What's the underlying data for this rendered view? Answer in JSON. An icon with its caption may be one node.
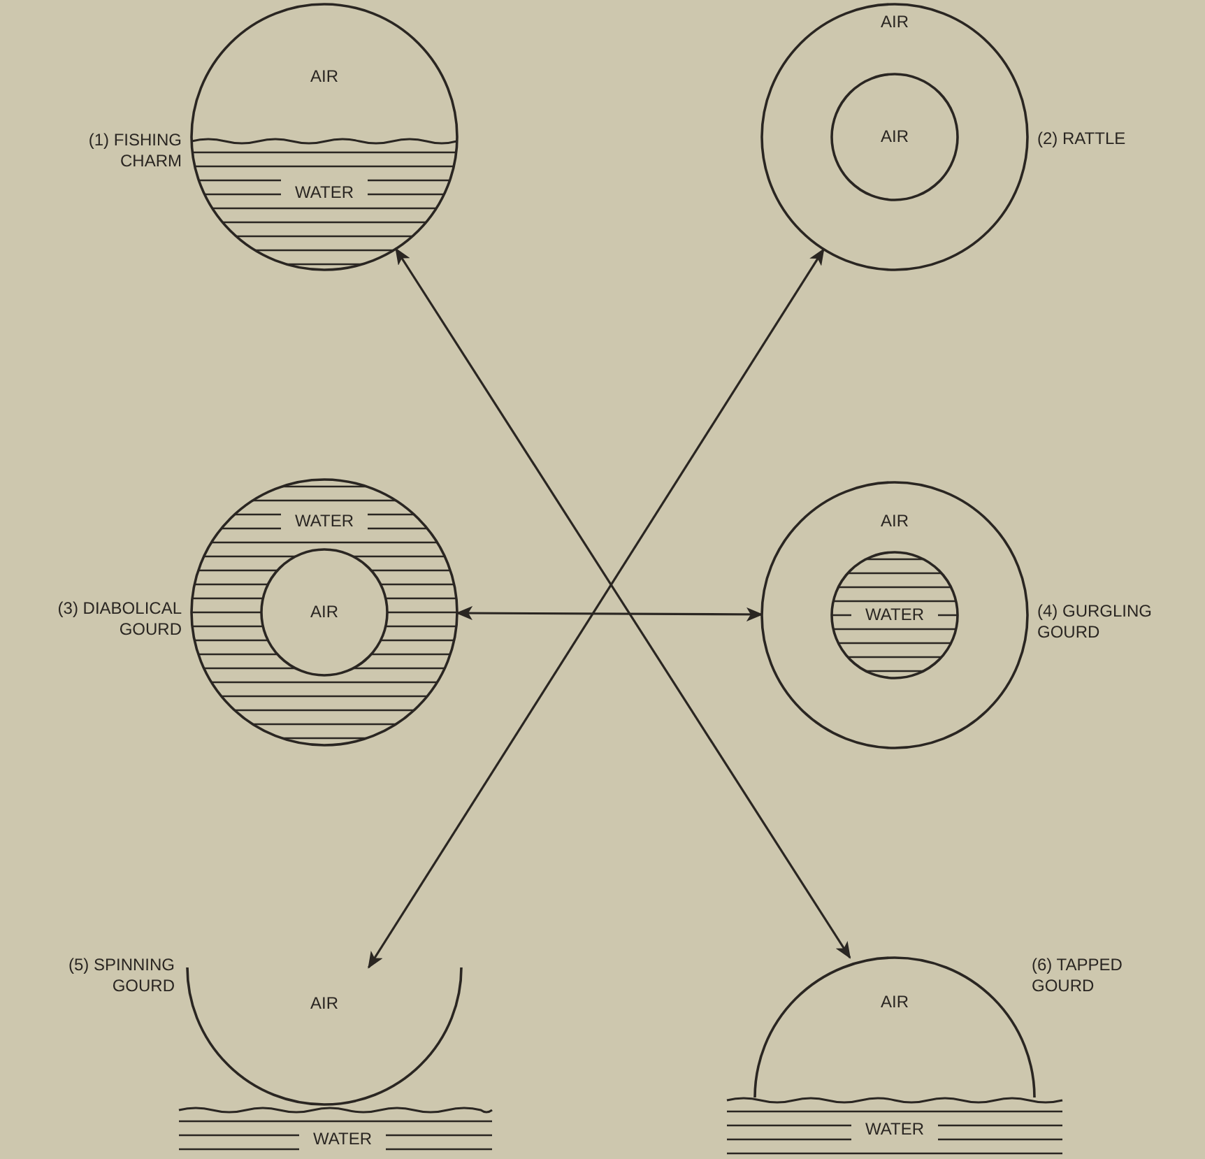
{
  "diagram": {
    "nodes": [
      {
        "text": [
          "AIR",
          "WATER"
        ],
        "beside": [
          "(1) FISHING CHARM"
        ]
      },
      {
        "text": [
          "AIR"
        ],
        "beside": [
          "(2) RATTLE"
        ]
      },
      {
        "text": [
          "AIR"
        ],
        "in": 1
      },
      {
        "text": [
          "WATER"
        ],
        "beside": [
          "(3) DIABOLICAL GOURD"
        ]
      },
      {
        "text": [
          "AIR"
        ],
        "in": 3
      },
      {
        "text": [
          "AIR"
        ],
        "beside": [
          "(4) GURGLING GOURD"
        ]
      },
      {
        "text": [
          "WATER"
        ],
        "in": 5
      },
      {
        "text": [
          "AIR"
        ],
        "beside": [
          "(5) SPINNING GOURD"
        ]
      },
      {
        "text": [
          "WATER"
        ]
      },
      {
        "text": [
          "AIR"
        ],
        "beside": [
          "(6) TAPPED GOURD"
        ]
      },
      {
        "text": [
          "WATER"
        ]
      }
    ],
    "edges": [
      {
        "from": 0,
        "to": 9,
        "arrow": "both"
      },
      {
        "from": 1,
        "to": 7,
        "arrow": "both"
      },
      {
        "from": 3,
        "to": 5,
        "arrow": "both"
      }
    ]
  }
}
